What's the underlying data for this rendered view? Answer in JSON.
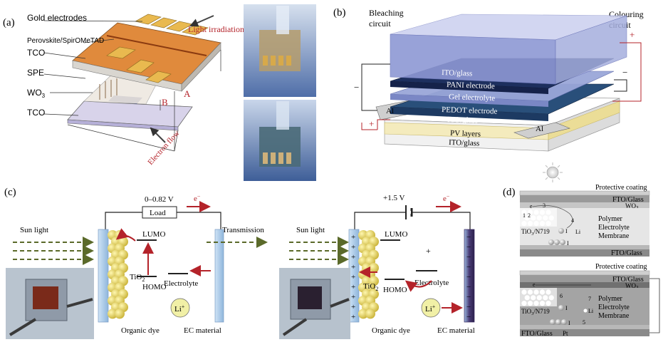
{
  "panel_a": {
    "label": "(a)",
    "gold_electrodes": "Gold electrodes",
    "perovskite": "Perovskite/SpirOMeTAD",
    "tco_top": "TCO",
    "spe": "SPE",
    "wo3_main": "WO",
    "wo3_sub": "3",
    "tco_bottom": "TCO",
    "light": "Light irradiation",
    "mark_a": "A",
    "mark_b": "B",
    "electron_flow": "Electron flow"
  },
  "panel_b": {
    "label": "(b)",
    "bleaching_1": "Bleaching",
    "bleaching_2": "circuit",
    "colouring_1": "Colouring",
    "colouring_2": "circuit",
    "plus_top": "+",
    "minus_right": "−",
    "minus_left": "−",
    "plus_left": "+",
    "layers": [
      "ITO/glass",
      "PANI electrode",
      "Gel electrolyte",
      "PEDOT electrode",
      "ITO/glass",
      "PV layers",
      "ITO/glass"
    ],
    "al_left": "Al",
    "al_right": "Al"
  },
  "panel_c": {
    "label": "(c)",
    "voltage_left": "0–0.82 V",
    "load": "Load",
    "electron": "e",
    "electron_sup": "−",
    "sun_light": "Sun light",
    "lumo": "LUMO",
    "homo": "HOMO",
    "tio2": "TiO",
    "tio2_sub": "2",
    "electrolyte": "Electrolyte",
    "transmission": "Transmission",
    "li": "Li",
    "li_sup": "+",
    "organic_dye": "Organic dye",
    "ec_material": "EC material",
    "voltage_right": "+1.5 V",
    "plus_sign": "+",
    "minus_sign": "−"
  },
  "panel_d": {
    "label": "(d)",
    "protective_top": "Protective coating",
    "fto_glass_1": "FTO/Glass",
    "wo3": "WO",
    "wo3_sub": "3",
    "polymer": "Polymer",
    "electrolyte": "Electrolyte",
    "membrane": "Membrane",
    "tio2_n719": "TiO",
    "tio2_n719_rest": "/N719",
    "iodide": "I",
    "lithium": "Li",
    "triiodide": "I",
    "pt": "Pt",
    "fto_glass_2": "FTO/Glass",
    "protective_bottom": "Protective coating",
    "fto_glass_3": "FTO/Glass",
    "fto_glass_4": "FTO/Glass",
    "num_1": "1",
    "num_2": "2",
    "num_3": "3",
    "num_4": "4",
    "num_5": "5",
    "num_6": "6",
    "num_7": "7",
    "e_label": "e"
  },
  "colors": {
    "gold": "#e9b94f",
    "orange": "#e08a3c",
    "red": "#b4232a",
    "navy": "#1d2f5e",
    "blue_layer": "#8d98d4",
    "cream": "#f4ebbd",
    "dye_yellow": "#e7d45a",
    "arrow_green": "#5b6a2a"
  }
}
